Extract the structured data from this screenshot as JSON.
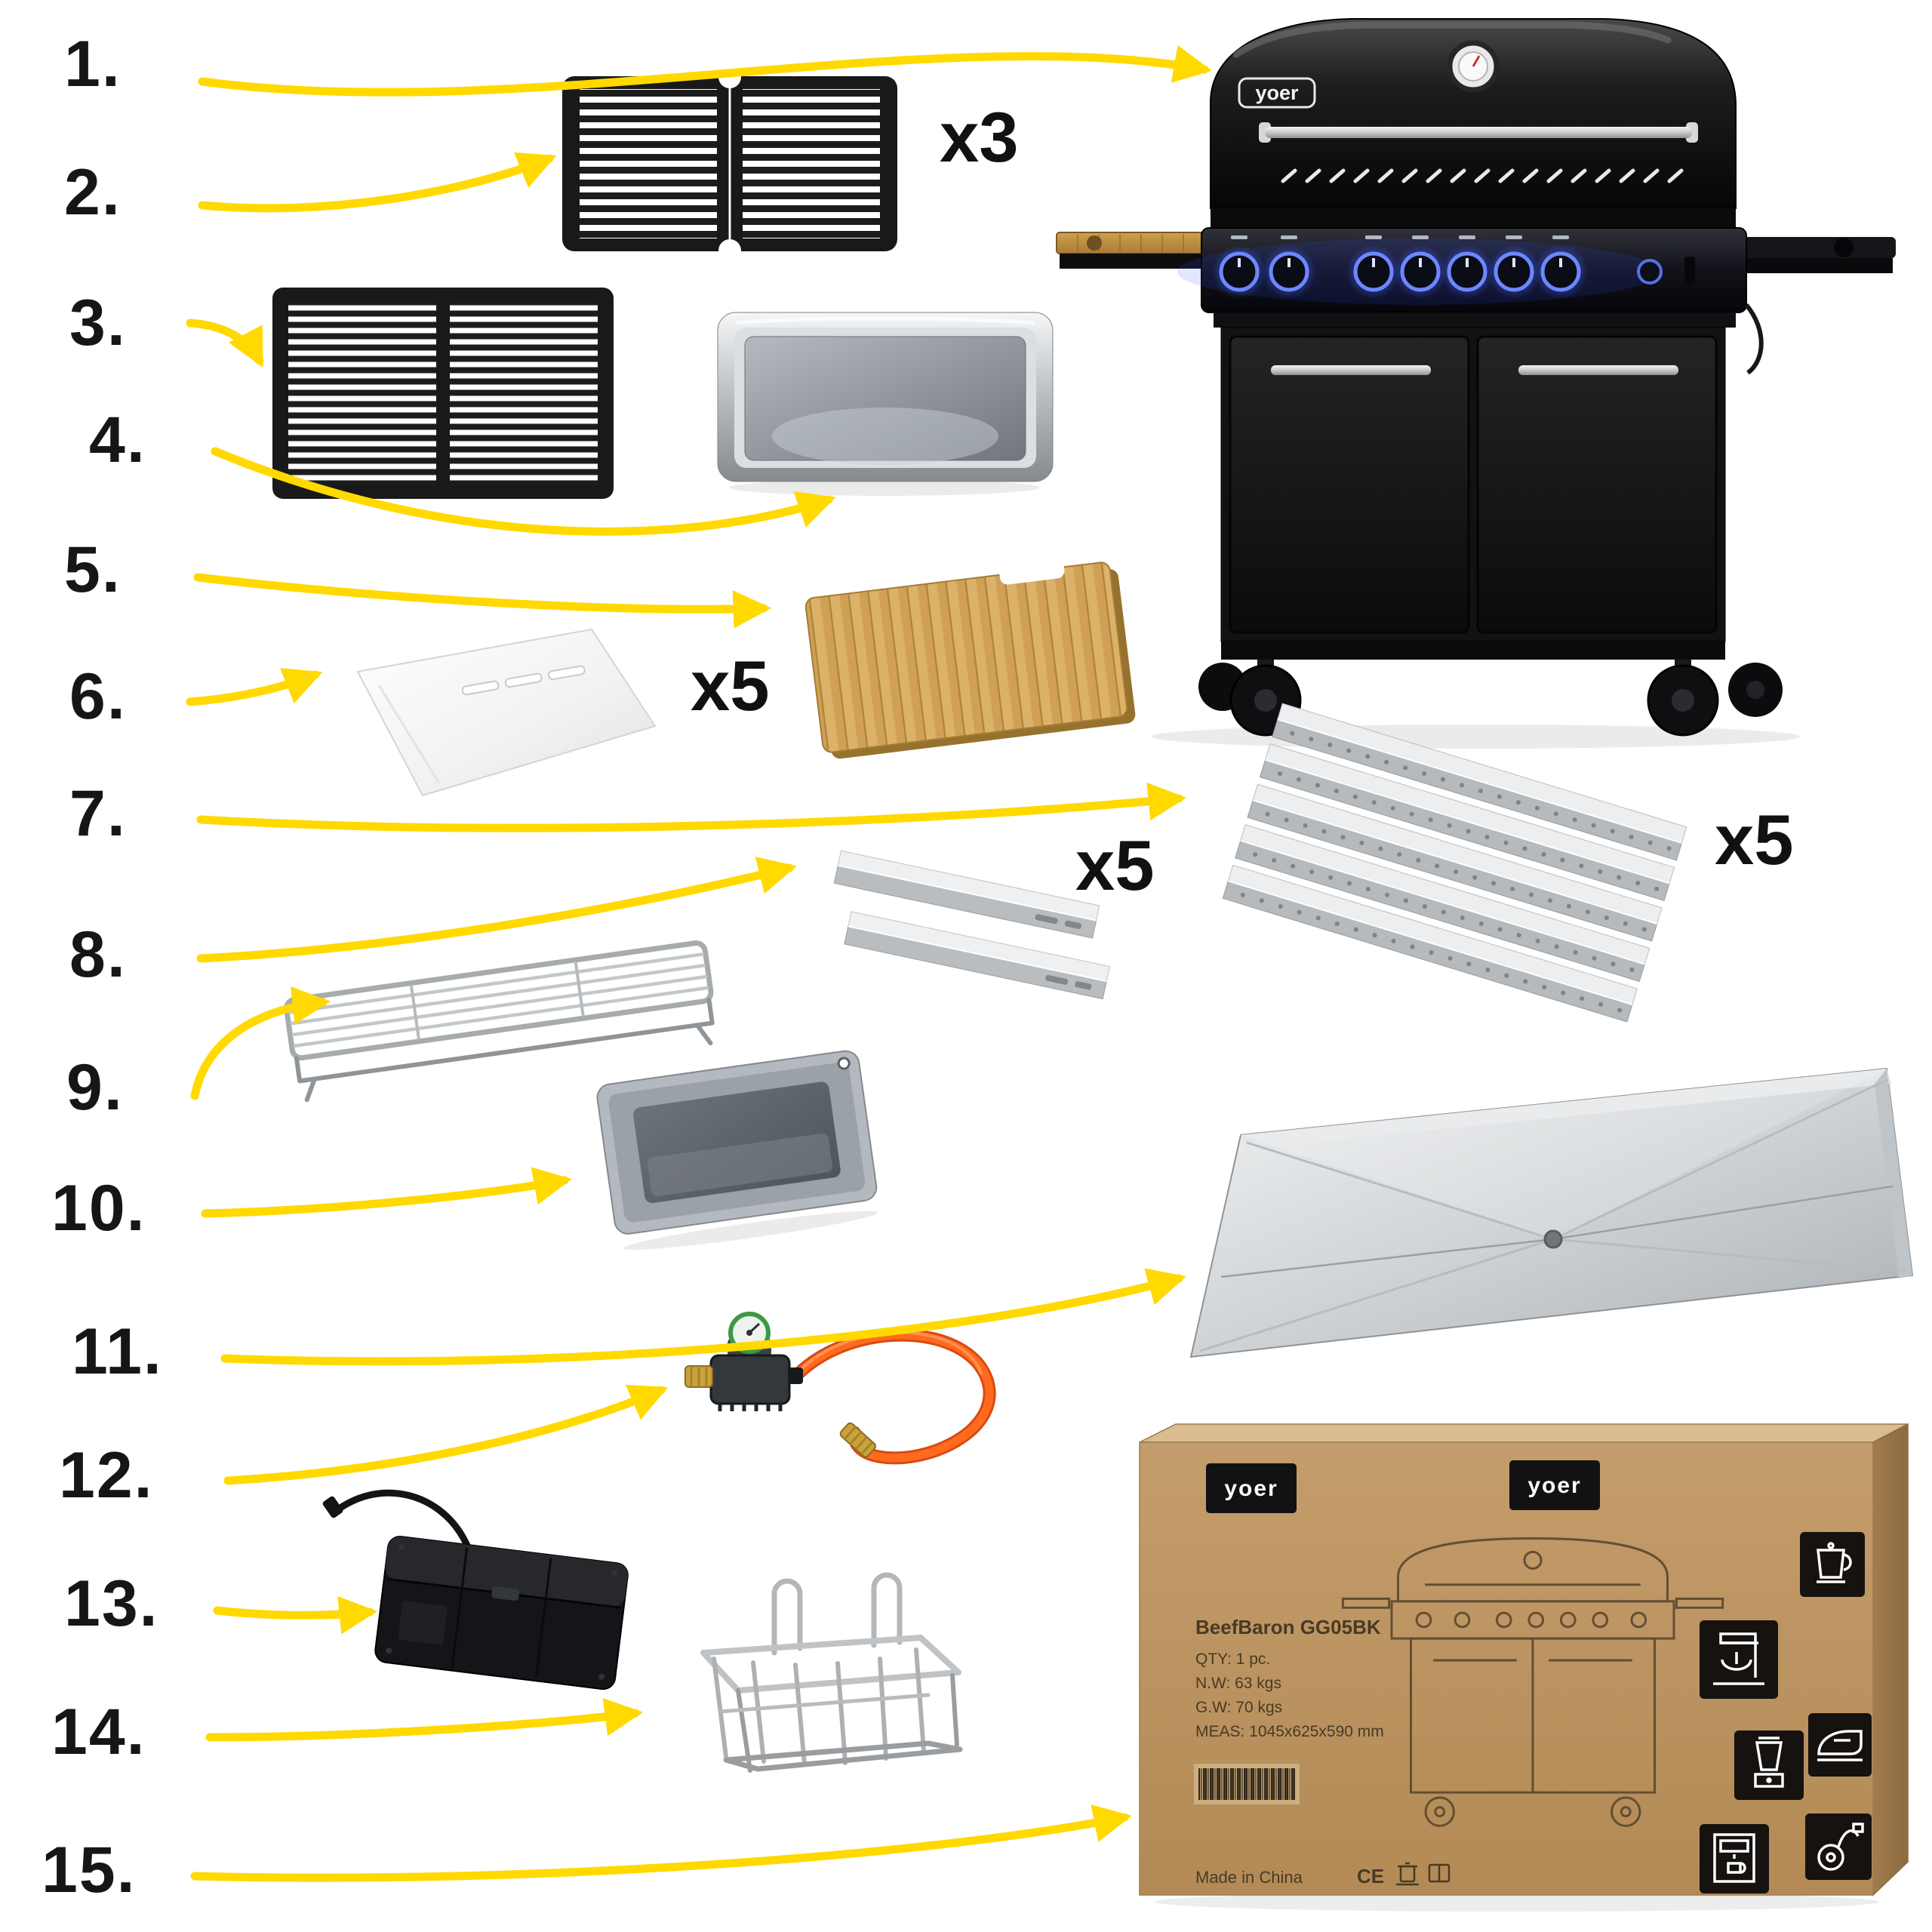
{
  "page": {
    "background": "#ffffff",
    "arrow_color": "#ffd900",
    "text_color": "#161616"
  },
  "callouts": [
    {
      "label": "1."
    },
    {
      "label": "2."
    },
    {
      "label": "3."
    },
    {
      "label": "4."
    },
    {
      "label": "5."
    },
    {
      "label": "6."
    },
    {
      "label": "7."
    },
    {
      "label": "8."
    },
    {
      "label": "9."
    },
    {
      "label": "10."
    },
    {
      "label": "11."
    },
    {
      "label": "12."
    },
    {
      "label": "13."
    },
    {
      "label": "14."
    },
    {
      "label": "15."
    }
  ],
  "quantities": {
    "grate_small": "x3",
    "teflon_sheet": "x5",
    "heat_plate": "x5",
    "flame_tamer": "x5"
  },
  "grill": {
    "brand": "yoer"
  },
  "box": {
    "brand_left": "yoer",
    "brand_right": "yoer",
    "model": "BeefBaron GG05BK",
    "spec_lines": [
      "QTY: 1 pc.",
      "N.W: 63 kgs",
      "G.W: 70 kgs",
      "MEAS: 1045x625x590 mm"
    ],
    "made_in": "Made in China",
    "ce_mark": "CE",
    "pictograms": [
      "kettle",
      "stand-mixer",
      "blender",
      "iron",
      "coffee-machine",
      "vacuum-cleaner"
    ]
  }
}
